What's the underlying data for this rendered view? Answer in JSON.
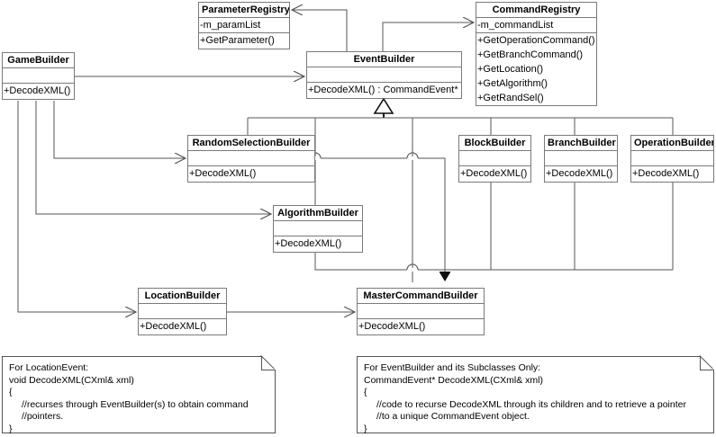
{
  "diagram": {
    "title": "Builder class hierarchy UML diagram",
    "line_color": "#555555",
    "box_border_color": "#7a7a7a",
    "background": "#ffffff"
  },
  "classes": {
    "game_builder": {
      "name": "GameBuilder",
      "attributes": [],
      "operations": [
        "+DecodeXML()"
      ]
    },
    "parameter_registry": {
      "name": "ParameterRegistry",
      "attributes": [
        "-m_paramList"
      ],
      "operations": [
        "+GetParameter()"
      ]
    },
    "event_builder": {
      "name": "EventBuilder",
      "attributes": [],
      "operations": [
        "+DecodeXML() : CommandEvent*"
      ]
    },
    "command_registry": {
      "name": "CommandRegistry",
      "attributes": [
        "-m_commandList"
      ],
      "operations": [
        "+GetOperationCommand()",
        "+GetBranchCommand()",
        "+GetLocation()",
        "+GetAlgorithm()",
        "+GetRandSel()"
      ]
    },
    "random_selection_builder": {
      "name": "RandomSelectionBuilder",
      "attributes": [],
      "operations": [
        "+DecodeXML()"
      ]
    },
    "block_builder": {
      "name": "BlockBuilder",
      "attributes": [],
      "operations": [
        "+DecodeXML()"
      ]
    },
    "branch_builder": {
      "name": "BranchBuilder",
      "attributes": [],
      "operations": [
        "+DecodeXML()"
      ]
    },
    "operation_builder": {
      "name": "OperationBuilder",
      "attributes": [],
      "operations": [
        "+DecodeXML()"
      ]
    },
    "algorithm_builder": {
      "name": "AlgorithmBuilder",
      "attributes": [],
      "operations": [
        "+DecodeXML()"
      ]
    },
    "location_builder": {
      "name": "LocationBuilder",
      "attributes": [],
      "operations": [
        "+DecodeXML()"
      ]
    },
    "master_command_builder": {
      "name": "MasterCommandBuilder",
      "attributes": [],
      "operations": [
        "+DecodeXML()"
      ]
    }
  },
  "notes": {
    "location_note": {
      "lines": [
        "For LocationEvent:",
        "void DecodeXML(CXml& xml)",
        "{",
        "//recurses through EventBuilder(s) to obtain command",
        "//pointers.",
        "}"
      ]
    },
    "event_note": {
      "lines": [
        "For EventBuilder and its Subclasses Only:",
        "CommandEvent* DecodeXML(CXml& xml)",
        "{",
        "//code to recurse DecodeXML through its children and to retrieve a pointer",
        "//to a unique CommandEvent object.",
        "}"
      ]
    }
  },
  "relationships": [
    {
      "from": "GameBuilder",
      "to": "EventBuilder",
      "type": "association"
    },
    {
      "from": "GameBuilder",
      "to": "RandomSelectionBuilder",
      "type": "association"
    },
    {
      "from": "GameBuilder",
      "to": "AlgorithmBuilder",
      "type": "association"
    },
    {
      "from": "GameBuilder",
      "to": "LocationBuilder",
      "type": "association"
    },
    {
      "from": "EventBuilder",
      "to": "ParameterRegistry",
      "type": "association"
    },
    {
      "from": "EventBuilder",
      "to": "CommandRegistry",
      "type": "association"
    },
    {
      "from": "RandomSelectionBuilder",
      "to": "EventBuilder",
      "type": "generalization"
    },
    {
      "from": "BlockBuilder",
      "to": "EventBuilder",
      "type": "generalization"
    },
    {
      "from": "BranchBuilder",
      "to": "EventBuilder",
      "type": "generalization"
    },
    {
      "from": "OperationBuilder",
      "to": "EventBuilder",
      "type": "generalization"
    },
    {
      "from": "AlgorithmBuilder",
      "to": "EventBuilder",
      "type": "generalization"
    },
    {
      "from": "MasterCommandBuilder",
      "to": "EventBuilder",
      "type": "generalization"
    },
    {
      "from": "LocationBuilder",
      "to": "MasterCommandBuilder",
      "type": "association"
    },
    {
      "from": "RandomSelectionBuilder",
      "to": "MasterCommandBuilder",
      "type": "association"
    },
    {
      "from": "AlgorithmBuilder",
      "to": "MasterCommandBuilder",
      "type": "association"
    },
    {
      "from": "BlockBuilder",
      "to": "MasterCommandBuilder",
      "type": "association"
    },
    {
      "from": "BranchBuilder",
      "to": "MasterCommandBuilder",
      "type": "association"
    },
    {
      "from": "OperationBuilder",
      "to": "MasterCommandBuilder",
      "type": "association"
    }
  ]
}
